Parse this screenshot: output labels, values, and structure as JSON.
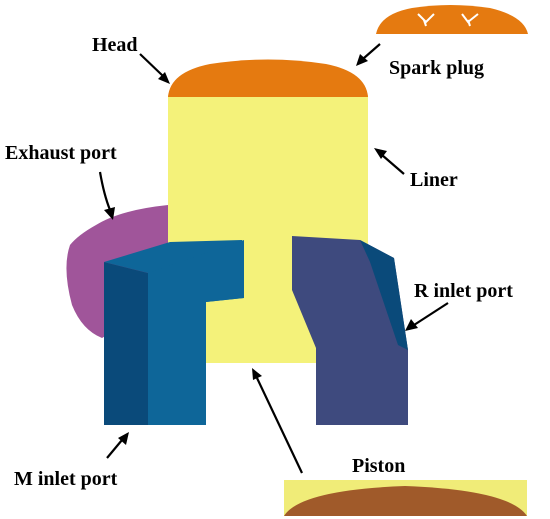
{
  "labels": {
    "head": "Head",
    "spark_plug": "Spark plug",
    "exhaust_port": "Exhaust port",
    "liner": "Liner",
    "r_inlet_port": "R inlet port",
    "m_inlet_port": "M inlet port",
    "piston": "Piston"
  },
  "colors": {
    "head": "#E57A10",
    "liner": "#F4F27A",
    "exhaust": "#A0559A",
    "m_inlet_front": "#0A4A7A",
    "m_inlet_side": "#0E6699",
    "r_inlet": "#3E4A7E",
    "piston_top": "#F0EC78",
    "piston_crown": "#A05A2A"
  }
}
